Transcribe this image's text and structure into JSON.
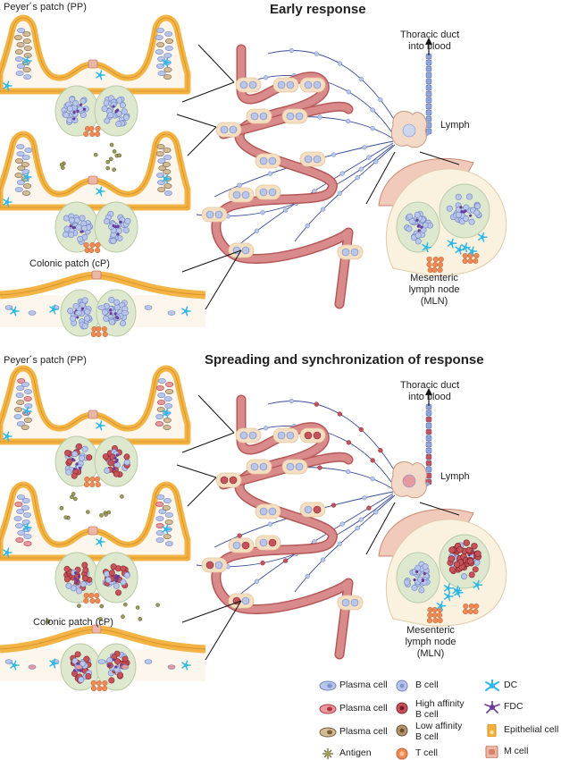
{
  "panels": [
    {
      "title": "Early response",
      "peyers_patch": "Peyer´s patch (PP)",
      "colonic_patch": "Colonic patch (cP)",
      "thoracic_duct": [
        "Thoracic duct",
        "into blood"
      ],
      "lymph": "Lymph",
      "mln": [
        "Mesenteric",
        "lymph node",
        "(MLN)"
      ]
    },
    {
      "title": "Spreading and synchronization of response",
      "peyers_patch": "Peyer´s patch (PP)",
      "colonic_patch": "Colonic patch (cP)",
      "thoracic_duct": [
        "Thoracic duct",
        "into blood"
      ],
      "lymph": "Lymph",
      "mln": [
        "Mesenteric",
        "lymph node",
        "(MLN)"
      ]
    }
  ],
  "legend": [
    {
      "label": [
        "Plasma cell"
      ],
      "icon": "plasma-cell-blue-icon",
      "color": "#9fb3df"
    },
    {
      "label": [
        "B cell"
      ],
      "icon": "b-cell-icon",
      "color": "#b9c6ea"
    },
    {
      "label": [
        "DC"
      ],
      "icon": "dendritic-cell-icon",
      "color": "#2fb8e6"
    },
    {
      "label": [
        "Plasma cell"
      ],
      "icon": "plasma-cell-red-icon",
      "color": "#c5535a"
    },
    {
      "label": [
        "High affinity",
        "B cell"
      ],
      "icon": "high-affinity-b-cell-icon",
      "color": "#b8323e"
    },
    {
      "label": [
        "FDC"
      ],
      "icon": "fdc-icon",
      "color": "#6a3c9a"
    },
    {
      "label": [
        "Plasma cell"
      ],
      "icon": "plasma-cell-brown-icon",
      "color": "#9a7a55"
    },
    {
      "label": [
        "Low affinity",
        "B cell"
      ],
      "icon": "low-affinity-b-cell-icon",
      "color": "#8d6a45"
    },
    {
      "label": [
        "Epithelial cell"
      ],
      "icon": "epithelial-cell-icon",
      "color": "#f2b13d"
    },
    {
      "label": [
        "Antigen"
      ],
      "icon": "antigen-icon",
      "color": "#6a6a3a"
    },
    {
      "label": [
        "T cell"
      ],
      "icon": "t-cell-icon",
      "color": "#ee8a55"
    },
    {
      "label": [
        "M cell"
      ],
      "icon": "m-cell-icon",
      "color": "#e7a08c"
    }
  ],
  "colors": {
    "epithelium": "#f3b445",
    "epithelium_dark": "#d58f22",
    "follicle": "#dde8cf",
    "follicle_edge": "#b9cba5",
    "vessel": "#d98b8b",
    "vessel_dark": "#b65858",
    "node_fill": "#f5dfc2",
    "lymph_line": "#3a4b9a",
    "b_cell": "#b9c6ea",
    "plasma_red": "#c5535a",
    "dc": "#2fb8e6",
    "t_cell": "#ee8a55"
  }
}
